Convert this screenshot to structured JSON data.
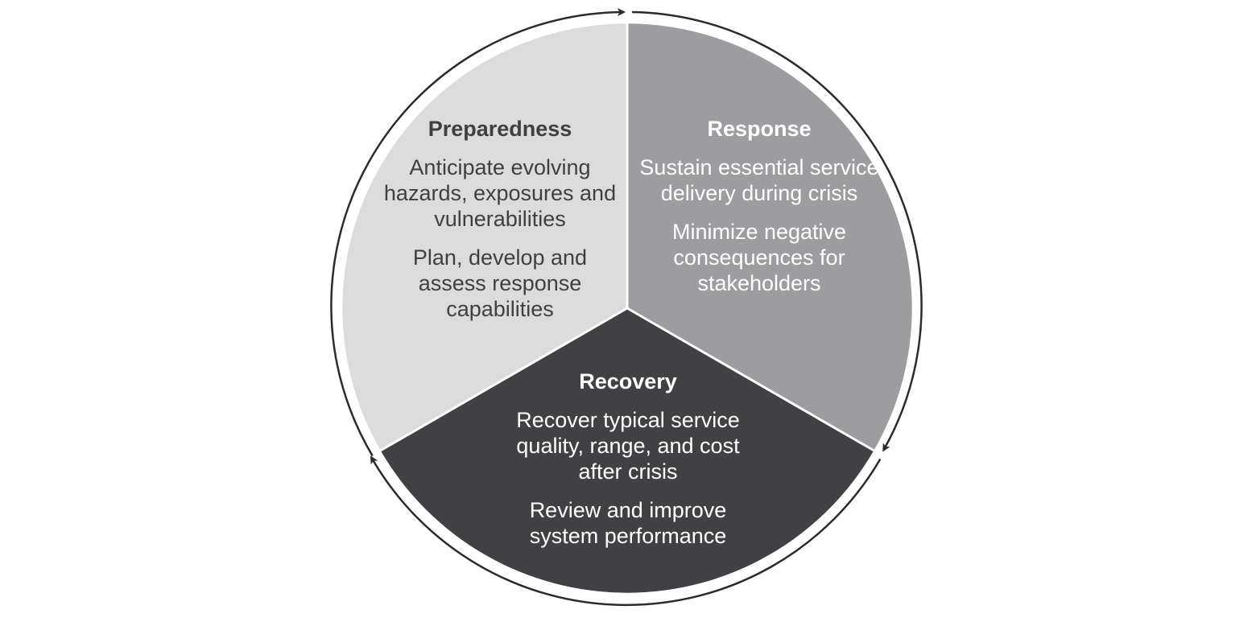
{
  "diagram": {
    "type": "cycle",
    "direction": "clockwise",
    "segments": [
      {
        "id": "preparedness",
        "title": "Preparedness",
        "points": [
          "Anticipate evolving hazards, exposures and vulnerabilities",
          "Plan, develop and assess response capabilities"
        ],
        "fill": "#dcdcdd",
        "text_color": "#3f3f41"
      },
      {
        "id": "response",
        "title": "Response",
        "points": [
          "Sustain essential service delivery during crisis",
          "Minimize negative consequences for stakeholders"
        ],
        "fill": "#9d9d9f",
        "text_color": "#ffffff"
      },
      {
        "id": "recovery",
        "title": "Recovery",
        "points": [
          "Recover typical service quality, range, and cost after crisis",
          "Review and improve system performance"
        ],
        "fill": "#414143",
        "text_color": "#ffffff"
      }
    ],
    "outline_color": "#2b2b2d",
    "divider_color": "#ffffff"
  }
}
